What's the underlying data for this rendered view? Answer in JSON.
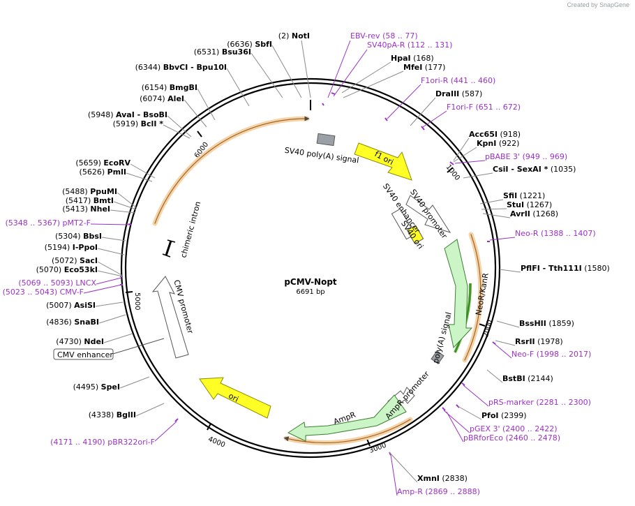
{
  "credit": "Created by SnapGene",
  "plasmid": {
    "name": "pCMV-Nopt",
    "size": "6691 bp"
  },
  "ruler": [
    "1000",
    "2000",
    "3000",
    "4000",
    "5000",
    "6000"
  ],
  "features": {
    "sv40_polya": "SV40 poly(A) signal",
    "f1_ori": "f1 ori",
    "sv40_promoter": "SV40 promoter",
    "sv40_enhancer": "SV40 enhancer",
    "sv40_ori": "SV40 ori",
    "neo": "NeoR/KanR",
    "polya": "poly(A) signal",
    "ampr_promoter": "AmpR promoter",
    "ampr": "AmpR",
    "ori": "ori",
    "cmv_promoter": "CMV promoter",
    "chimeric_intron": "chimeric intron",
    "cmv_enhancer": "CMV enhancer"
  },
  "sites": [
    {
      "pos": "(2)",
      "name": "NotI",
      "color": "#000000"
    },
    {
      "pos": "(58 .. 77)",
      "name": "EBV-rev",
      "color": "#9b30c8"
    },
    {
      "pos": "(112 .. 131)",
      "name": "SV40pA-R",
      "color": "#9b30c8"
    },
    {
      "pos": "(168)",
      "name": "HpaI",
      "color": "#000000"
    },
    {
      "pos": "(177)",
      "name": "MfeI",
      "color": "#000000"
    },
    {
      "pos": "(441 .. 460)",
      "name": "F1ori-R",
      "color": "#9b30c8"
    },
    {
      "pos": "(587)",
      "name": "DraIII",
      "color": "#000000"
    },
    {
      "pos": "(651 .. 672)",
      "name": "F1ori-F",
      "color": "#9b30c8"
    },
    {
      "pos": "(918)",
      "name": "Acc65I",
      "color": "#000000"
    },
    {
      "pos": "(922)",
      "name": "KpnI",
      "color": "#000000"
    },
    {
      "pos": "(949 .. 969)",
      "name": "pBABE 3'",
      "color": "#9b30c8"
    },
    {
      "pos": "(1035)",
      "name": "CsiI   - SexAI *",
      "color": "#000000"
    },
    {
      "pos": "(1221)",
      "name": "SfiI",
      "color": "#000000"
    },
    {
      "pos": "(1267)",
      "name": "StuI",
      "color": "#000000"
    },
    {
      "pos": "(1268)",
      "name": "AvrII",
      "color": "#000000"
    },
    {
      "pos": "(1388 .. 1407)",
      "name": "Neo-R",
      "color": "#9b30c8"
    },
    {
      "pos": "(1580)",
      "name": "PflFI   - Tth111I",
      "color": "#000000"
    },
    {
      "pos": "(1859)",
      "name": "BssHII",
      "color": "#000000"
    },
    {
      "pos": "(1978)",
      "name": "RsrII",
      "color": "#000000"
    },
    {
      "pos": "(1998 .. 2017)",
      "name": "Neo-F",
      "color": "#9b30c8"
    },
    {
      "pos": "(2144)",
      "name": "BstBI",
      "color": "#000000"
    },
    {
      "pos": "(2281 .. 2300)",
      "name": "pRS-marker",
      "color": "#9b30c8"
    },
    {
      "pos": "(2399)",
      "name": "PfoI",
      "color": "#000000"
    },
    {
      "pos": "(2400 .. 2422)",
      "name": "pGEX 3'",
      "color": "#9b30c8"
    },
    {
      "pos": "(2460 .. 2478)",
      "name": "pBRforEco",
      "color": "#9b30c8"
    },
    {
      "pos": "(2838)",
      "name": "XmnI",
      "color": "#000000"
    },
    {
      "pos": "(2869 .. 2888)",
      "name": "Amp-R",
      "color": "#9b30c8"
    },
    {
      "pos": "(4171 .. 4190)",
      "name": "pBR322ori-F",
      "color": "#9b30c8"
    },
    {
      "pos": "(4338)",
      "name": "BglII",
      "color": "#000000"
    },
    {
      "pos": "(4495)",
      "name": "SpeI",
      "color": "#000000"
    },
    {
      "pos": "(4730)",
      "name": "NdeI",
      "color": "#000000"
    },
    {
      "pos": "(4836)",
      "name": "SnaBI",
      "color": "#000000"
    },
    {
      "pos": "(5007)",
      "name": "AsiSI",
      "color": "#000000"
    },
    {
      "pos": "(5023 .. 5043)",
      "name": "CMV-F",
      "color": "#9b30c8"
    },
    {
      "pos": "(5069 .. 5093)",
      "name": "LNCX",
      "color": "#9b30c8"
    },
    {
      "pos": "(5070)",
      "name": "Eco53kI",
      "color": "#000000"
    },
    {
      "pos": "(5072)",
      "name": "SacI",
      "color": "#000000"
    },
    {
      "pos": "(5194)",
      "name": "I-PpoI",
      "color": "#000000"
    },
    {
      "pos": "(5304)",
      "name": "BbsI",
      "color": "#000000"
    },
    {
      "pos": "(5348 .. 5367)",
      "name": "pMT2-F",
      "color": "#9b30c8"
    },
    {
      "pos": "(5413)",
      "name": "NheI",
      "color": "#000000"
    },
    {
      "pos": "(5417)",
      "name": "BmtI",
      "color": "#000000"
    },
    {
      "pos": "(5488)",
      "name": "PpuMI",
      "color": "#000000"
    },
    {
      "pos": "(5626)",
      "name": "PmlI",
      "color": "#000000"
    },
    {
      "pos": "(5659)",
      "name": "EcoRV",
      "color": "#000000"
    },
    {
      "pos": "(5919)",
      "name": "BclI *",
      "color": "#000000"
    },
    {
      "pos": "(5948)",
      "name": "AvaI   - BsoBI",
      "color": "#000000"
    },
    {
      "pos": "(6074)",
      "name": "AleI",
      "color": "#000000"
    },
    {
      "pos": "(6154)",
      "name": "BmgBI",
      "color": "#000000"
    },
    {
      "pos": "(6344)",
      "name": "BbvCI   - Bpu10I",
      "color": "#000000"
    },
    {
      "pos": "(6531)",
      "name": "Bsu36I",
      "color": "#000000"
    },
    {
      "pos": "(6636)",
      "name": "SbfI",
      "color": "#000000"
    }
  ]
}
